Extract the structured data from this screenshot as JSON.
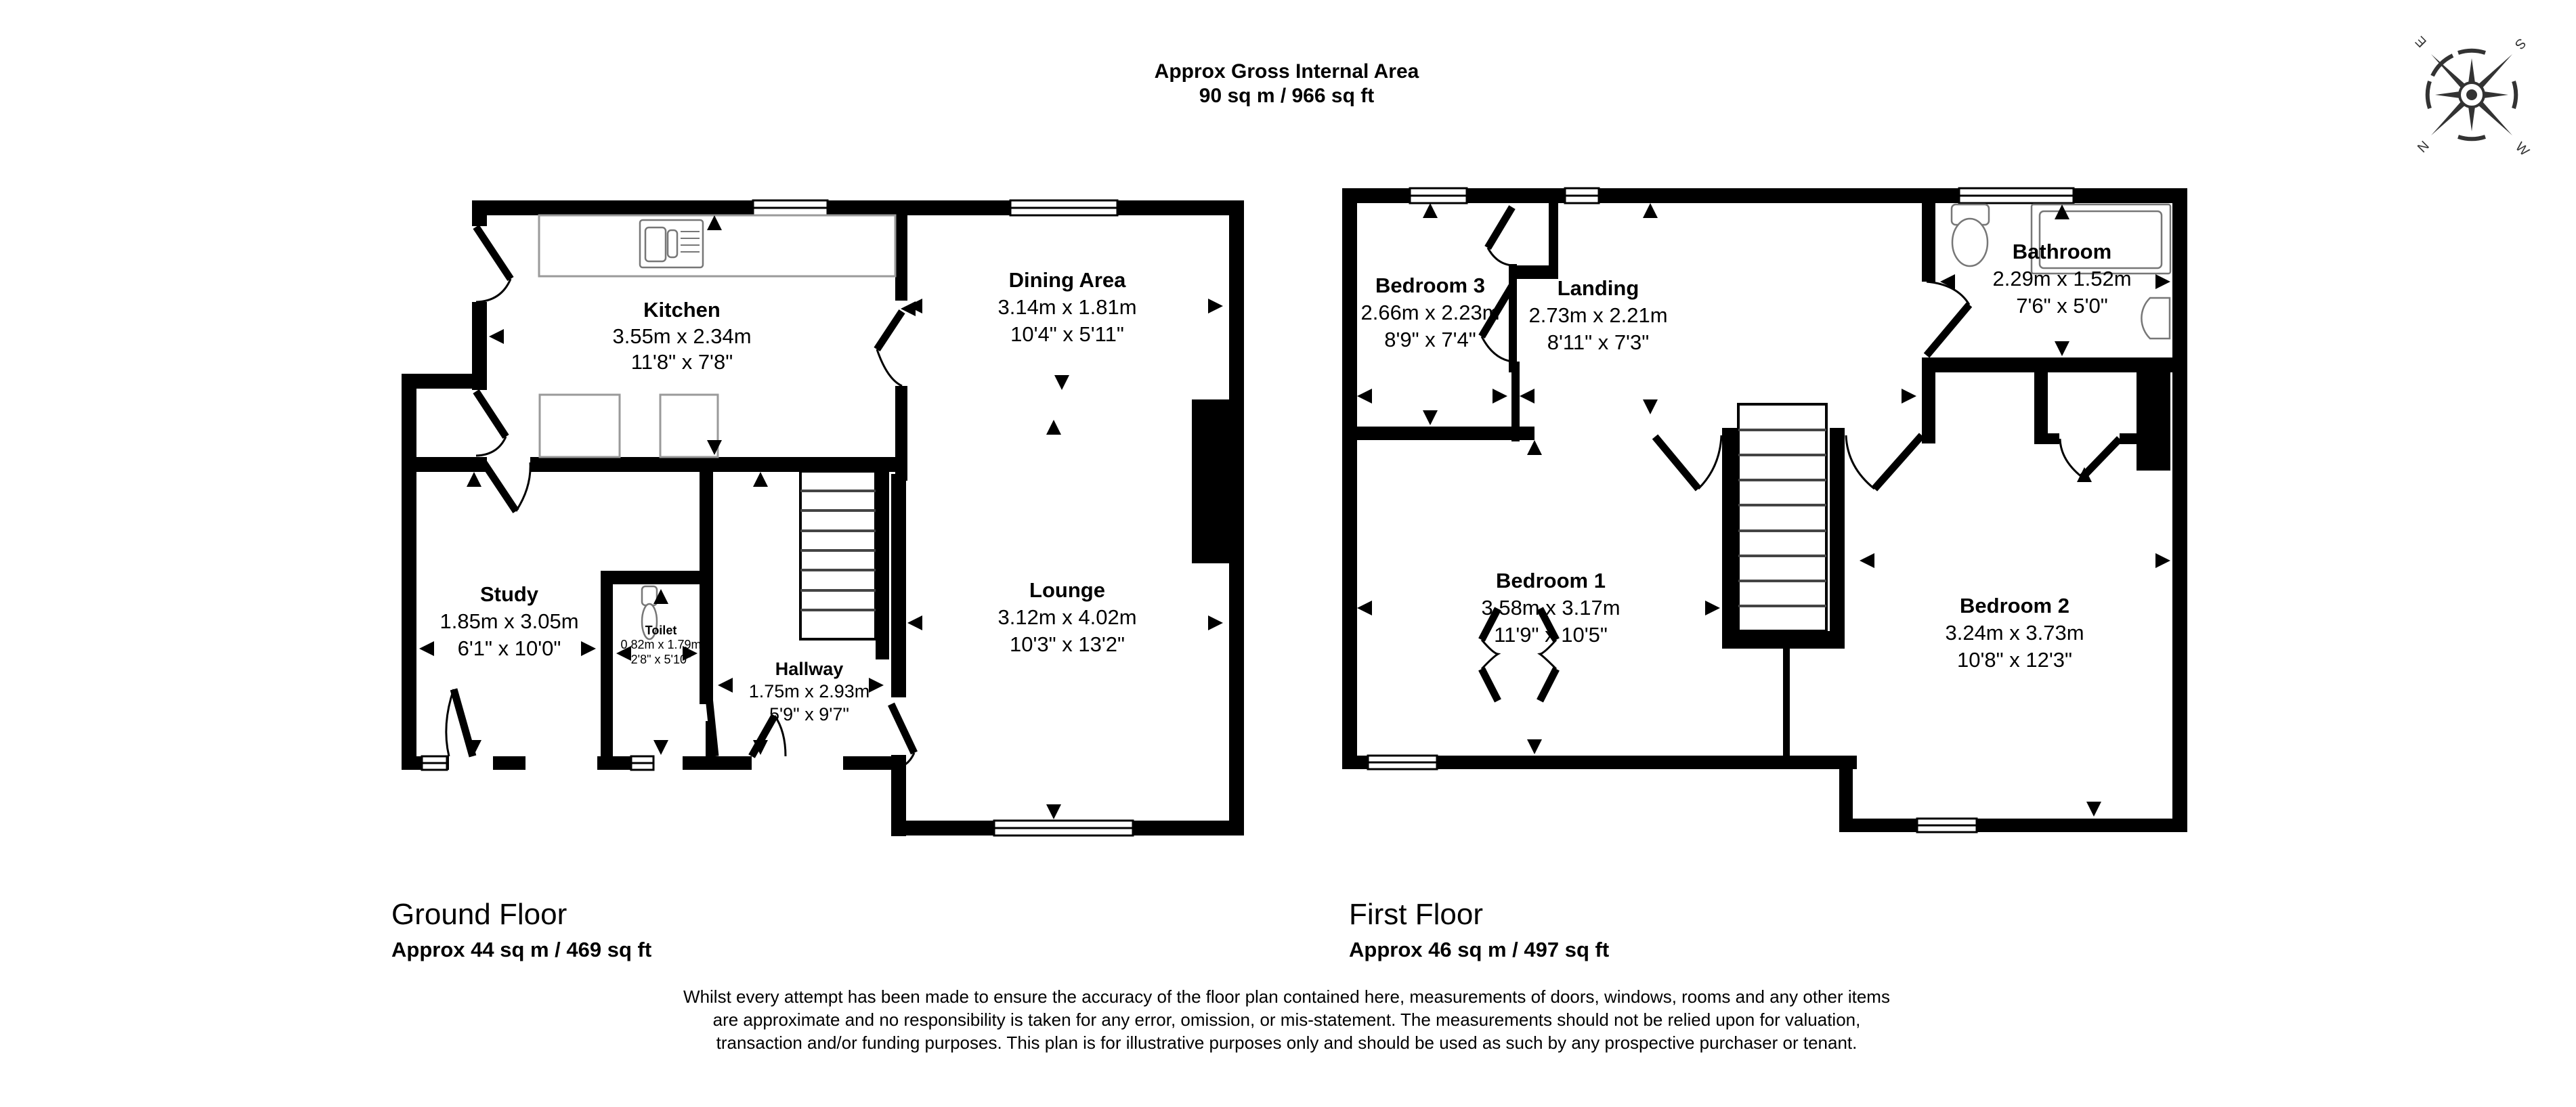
{
  "header": {
    "title": "Approx Gross Internal Area",
    "area": "90 sq m / 966 sq ft"
  },
  "compass": {
    "icon": "compass-rose-icon",
    "labels": {
      "north": "N",
      "south": "S",
      "east": "E",
      "west": "W"
    }
  },
  "floors": [
    {
      "name": "Ground Floor",
      "area": "Approx 44 sq m / 469 sq ft",
      "rooms": [
        {
          "name": "Kitchen",
          "metric": "3.55m x 2.34m",
          "imperial": "11'8\" x 7'8\""
        },
        {
          "name": "Dining Area",
          "metric": "3.14m x 1.81m",
          "imperial": "10'4\" x 5'11\""
        },
        {
          "name": "Study",
          "metric": "1.85m x 3.05m",
          "imperial": "6'1\" x 10'0\""
        },
        {
          "name": "Toilet",
          "metric": "0.82m x 1.79m",
          "imperial": "2'8\" x 5'10\""
        },
        {
          "name": "Hallway",
          "metric": "1.75m x 2.93m",
          "imperial": "5'9\" x 9'7\""
        },
        {
          "name": "Lounge",
          "metric": "3.12m x 4.02m",
          "imperial": "10'3\" x 13'2\""
        }
      ]
    },
    {
      "name": "First Floor",
      "area": "Approx 46 sq m / 497 sq ft",
      "rooms": [
        {
          "name": "Bedroom 3",
          "metric": "2.66m x 2.23m",
          "imperial": "8'9\" x 7'4\""
        },
        {
          "name": "Landing",
          "metric": "2.73m x 2.21m",
          "imperial": "8'11\" x 7'3\""
        },
        {
          "name": "Bathroom",
          "metric": "2.29m x 1.52m",
          "imperial": "7'6\" x 5'0\""
        },
        {
          "name": "Bedroom 1",
          "metric": "3.58m x 3.17m",
          "imperial": "11'9\" x 10'5\""
        },
        {
          "name": "Bedroom 2",
          "metric": "3.24m x 3.73m",
          "imperial": "10'8\" x 12'3\""
        }
      ]
    }
  ],
  "disclaimer": "Whilst every attempt has been made to ensure the accuracy of the floor plan contained here, measurements of doors, windows, rooms and any other items are approximate and no responsibility is taken for any error, omission, or mis-statement. The measurements should not be relied upon for valuation, transaction and/or funding purposes. This plan is for illustrative purposes only and should be used as such by any prospective purchaser or tenant."
}
